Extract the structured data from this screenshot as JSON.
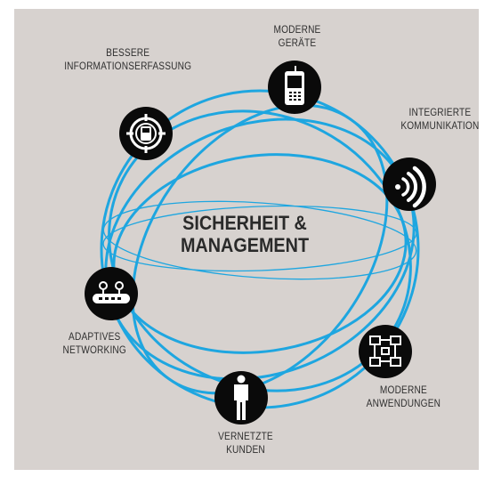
{
  "center": {
    "line1": "SICHERHEIT &",
    "line2": "MANAGEMENT"
  },
  "nodes": [
    {
      "id": "moderne-geraete",
      "icon": "mobile-phone-icon",
      "label_lines": [
        "MODERNE",
        "GERÄTE"
      ]
    },
    {
      "id": "integrierte-kommunikation",
      "icon": "signal-waves-icon",
      "label_lines": [
        "INTEGRIERTE",
        "KOMMUNIKATION"
      ]
    },
    {
      "id": "moderne-anwendungen",
      "icon": "app-network-icon",
      "label_lines": [
        "MODERNE",
        "ANWENDUNGEN"
      ]
    },
    {
      "id": "vernetzte-kunden",
      "icon": "person-icon",
      "label_lines": [
        "VERNETZTE",
        "KUNDEN"
      ]
    },
    {
      "id": "adaptives-networking",
      "icon": "router-icon",
      "label_lines": [
        "ADAPTIVES",
        "NETWORKING"
      ]
    },
    {
      "id": "bessere-informationserfassung",
      "icon": "target-device-icon",
      "label_lines": [
        "BESSERE",
        "INFORMATIONSERFASSUNG"
      ]
    }
  ],
  "colors": {
    "background": "#d7d2cf",
    "ring": "#1ea6e0",
    "node_fill": "#0a0a0a",
    "icon": "#ffffff",
    "text": "#2f2f2f"
  }
}
